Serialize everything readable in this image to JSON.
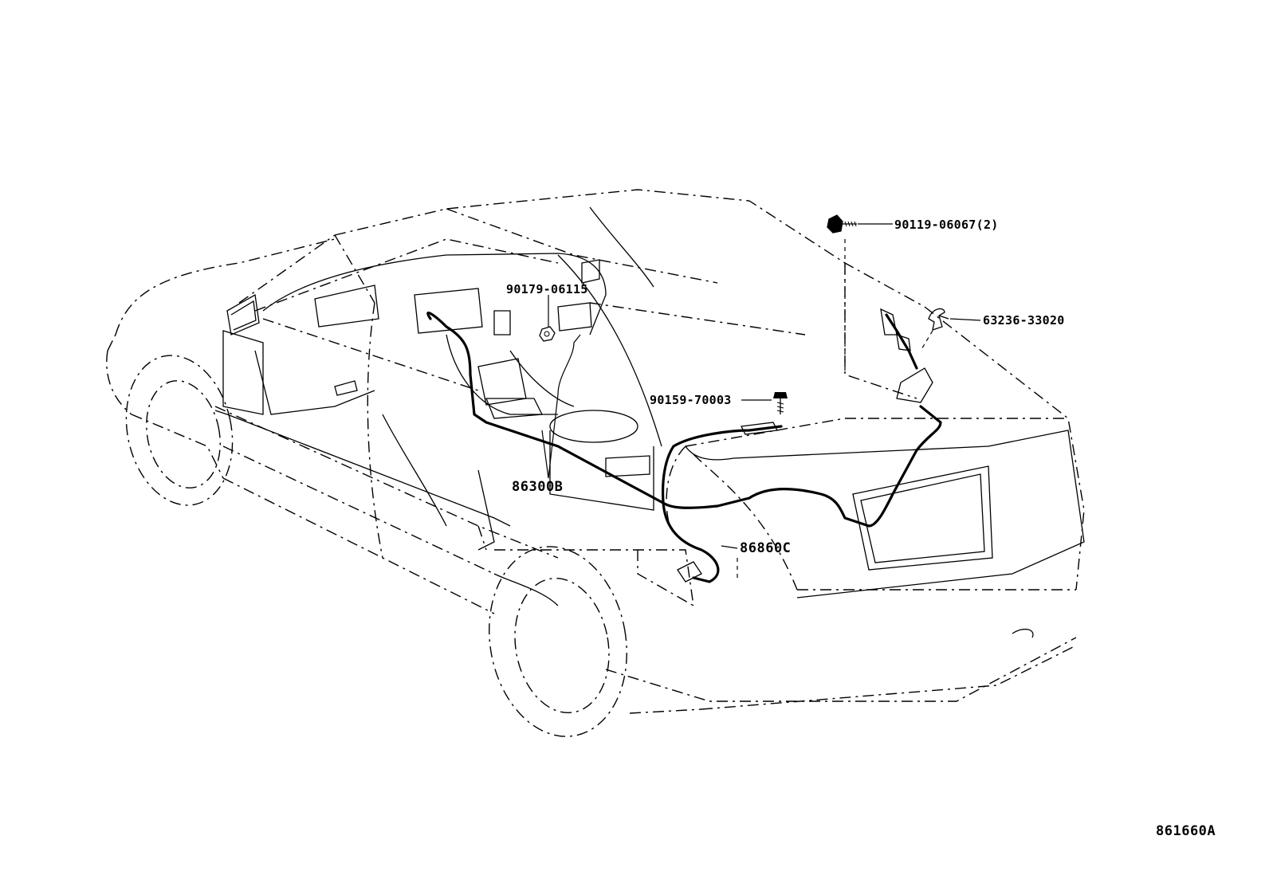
{
  "diagram": {
    "drawing_code": "861660A",
    "parts": [
      {
        "id": "bolt",
        "number": "90119-06067(2)"
      },
      {
        "id": "clip",
        "number": "63236-33020"
      },
      {
        "id": "nut",
        "number": "90179-06115"
      },
      {
        "id": "screw",
        "number": "90159-70003"
      },
      {
        "id": "harness-front",
        "number": "86300B"
      },
      {
        "id": "harness-rear",
        "number": "86860C"
      }
    ]
  }
}
